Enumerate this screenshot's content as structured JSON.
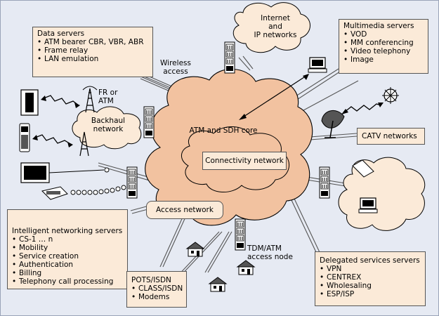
{
  "colors": {
    "background": "#e6eaf3",
    "core_cloud": "#f2c2a0",
    "box_fill": "#fbead8",
    "line": "#555555"
  },
  "data_servers": {
    "title": "Data servers",
    "items": [
      "ATM bearer CBR, VBR, ABR",
      "Frame relay",
      "LAN emulation"
    ]
  },
  "internet": {
    "line1": "Internet",
    "line2": "and",
    "line3": "IP networks"
  },
  "multimedia_servers": {
    "title": "Multimedia servers",
    "items": [
      "VOD",
      "MM conferencing",
      "Video telephony",
      "Image"
    ]
  },
  "wireless_access": {
    "line1": "Wireless",
    "line2": "access"
  },
  "fr_atm": {
    "line1": "FR or",
    "line2": "ATM"
  },
  "backhaul": {
    "line1": "Backhaul",
    "line2": "network"
  },
  "core": {
    "label": "ATM and SDH core"
  },
  "connectivity": {
    "label": "Connectivity network"
  },
  "catv": {
    "label": "CATV networks"
  },
  "access_network": {
    "label": "Access network"
  },
  "intelligent_servers": {
    "title": "Intelligent networking servers",
    "items": [
      "CS-1 … n",
      "Mobility",
      "Service creation",
      "Authentication",
      "Billing",
      "Telephony call processing"
    ]
  },
  "tdm_node": {
    "line1": "TDM/ATM",
    "line2": "access node"
  },
  "pots": {
    "title": "POTS/ISDN",
    "items": [
      "CLASS/ISDN",
      "Modems"
    ]
  },
  "delegated_servers": {
    "title": "Delegated services servers",
    "items": [
      "VPN",
      "CENTREX",
      "Wholesaling",
      "ESP/ISP"
    ]
  },
  "icons": [
    "switch-rack-icon",
    "radio-tower-icon",
    "computer-terminal-icon",
    "satellite-dish-icon",
    "satellite-icon",
    "house-icon",
    "telephone-icon",
    "television-icon",
    "pbx-cabinet-icon",
    "handset-icon"
  ]
}
